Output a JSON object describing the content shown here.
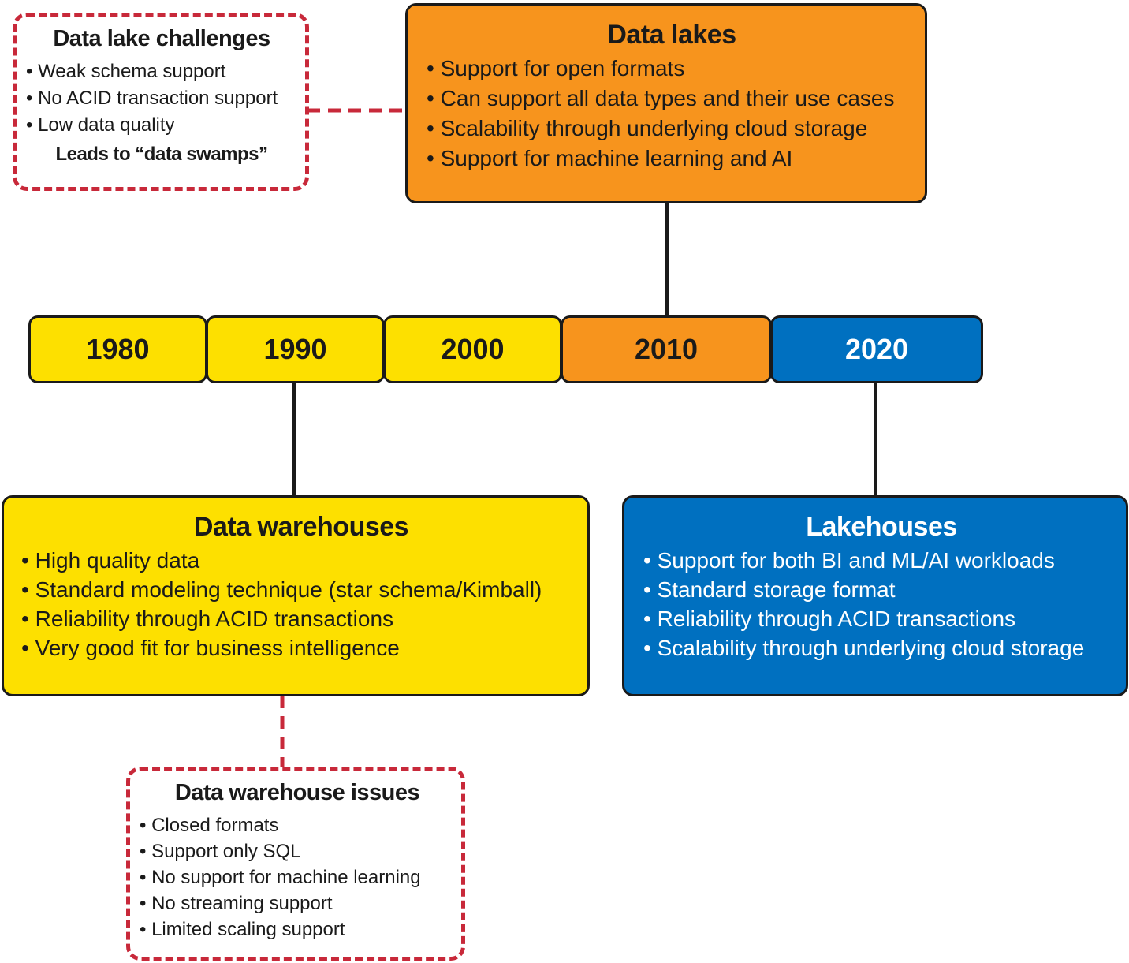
{
  "data_lake_challenges": {
    "title": "Data lake challenges",
    "items": [
      "Weak schema support",
      "No ACID transaction support",
      "Low data quality"
    ],
    "footer": "Leads to “data swamps”"
  },
  "data_lakes": {
    "title": "Data lakes",
    "items": [
      "Support for open formats",
      "Can support all data types and their use cases",
      "Scalability through underlying cloud storage",
      "Support for machine learning and AI"
    ]
  },
  "timeline": {
    "years": [
      "1980",
      "1990",
      "2000",
      "2010",
      "2020"
    ]
  },
  "data_warehouses": {
    "title": "Data warehouses",
    "items": [
      "High quality data",
      "Standard modeling technique (star schema/Kimball)",
      "Reliability through ACID transactions",
      "Very good fit for business intelligence"
    ]
  },
  "lakehouses": {
    "title": "Lakehouses",
    "items": [
      "Support for both BI and ML/AI workloads",
      "Standard storage format",
      "Reliability through ACID transactions",
      "Scalability through underlying cloud storage"
    ]
  },
  "data_warehouse_issues": {
    "title": "Data warehouse issues",
    "items": [
      "Closed formats",
      "Support only SQL",
      "No support for machine learning",
      "No streaming support",
      "Limited scaling support"
    ]
  },
  "colors": {
    "yellow": "#fde000",
    "orange": "#f7941d",
    "blue": "#0070c0",
    "dashed_red": "#c8293a"
  }
}
